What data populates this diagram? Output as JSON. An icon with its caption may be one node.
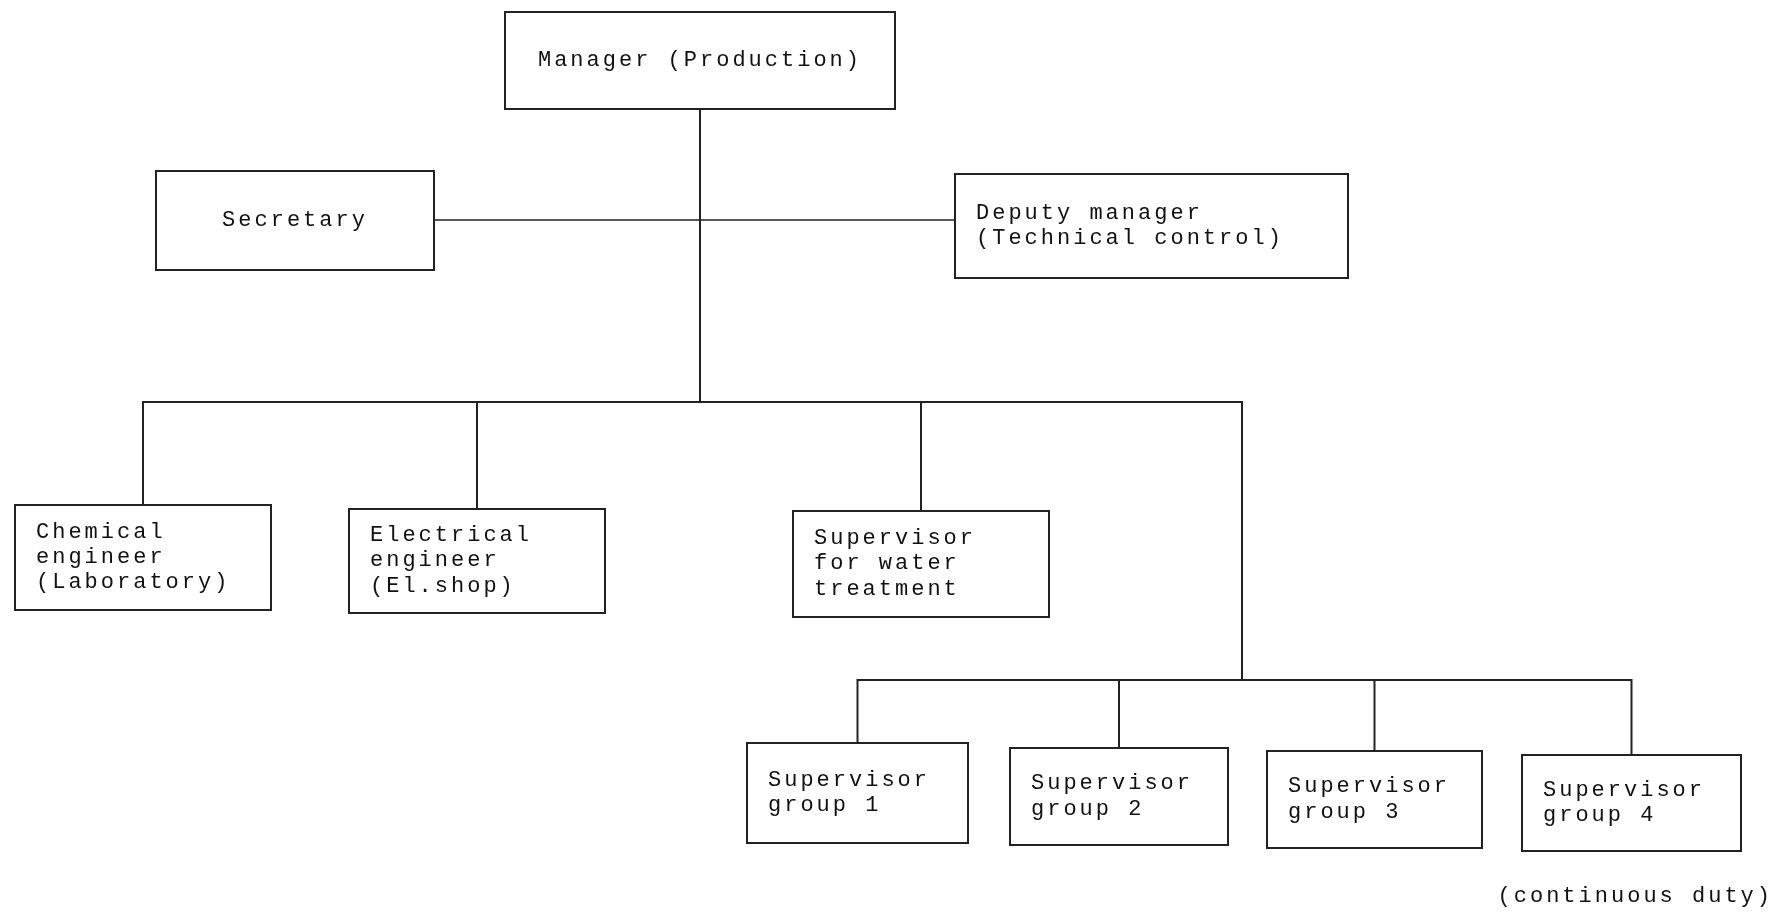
{
  "diagram": {
    "nodes": [
      {
        "text": [
          "Manager (Production)"
        ]
      },
      {
        "text": [
          "Secretary"
        ]
      },
      {
        "text": [
          "Deputy manager (Technical control)"
        ]
      },
      {
        "text": [
          "Chemical engineer (Laboratory)"
        ]
      },
      {
        "text": [
          "Electrical engineer (El.shop)"
        ]
      },
      {
        "text": [
          "Supervisor for water treatment"
        ]
      },
      {
        "text": [
          "Supervisor group 1"
        ]
      },
      {
        "text": [
          "Supervisor group 2"
        ]
      },
      {
        "text": [
          "Supervisor group 3"
        ]
      },
      {
        "text": [
          "Supervisor group 4"
        ]
      }
    ],
    "edges": [
      {
        "from": 0,
        "to": 1,
        "arrow": "none"
      },
      {
        "from": 0,
        "to": 2,
        "arrow": "none"
      },
      {
        "from": 0,
        "to": 3,
        "arrow": "none"
      },
      {
        "from": 0,
        "to": 4,
        "arrow": "none"
      },
      {
        "from": 0,
        "to": 5,
        "arrow": "none"
      },
      {
        "from": 0,
        "to": 6,
        "arrow": "none"
      },
      {
        "from": 0,
        "to": 7,
        "arrow": "none"
      },
      {
        "from": 0,
        "to": 8,
        "arrow": "none"
      },
      {
        "from": 0,
        "to": 9,
        "arrow": "none"
      }
    ],
    "labels": [
      "(continuous duty)"
    ]
  }
}
